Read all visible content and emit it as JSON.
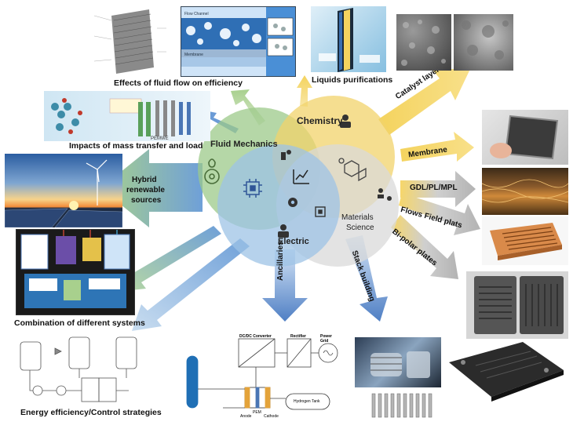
{
  "venn": {
    "fluid_mechanics": "Fluid Mechanics",
    "chemistry": "Chemistry",
    "materials_line1": "Materials",
    "materials_line2": "Science",
    "electric": "Electric"
  },
  "captions": {
    "fluid_flow": "Effects of fluid flow on efficiency",
    "liquids": "Liquids purifications",
    "mass_transfer": "Impacts of mass transfer and load",
    "combination": "Combination of different systems",
    "energy": "Energy efficiency/Control strategies"
  },
  "arrow_labels": {
    "hybrid_line1": "Hybrid",
    "hybrid_line2": "renewable",
    "hybrid_line3": "sources",
    "catalyst": "Catalyst layers",
    "membrane": "Membrane",
    "gdl": "GDL/PL/MPL",
    "flows_field": "Flows Field plats",
    "bipolar": "Bi-polar plates",
    "ancillaries": "Ancillaries",
    "stack": "Stack building"
  },
  "inset_text": {
    "pemwe": "PEMWE",
    "dcdc": "DC/DC Converter",
    "rectifier": "Rectifier",
    "power_grid": "Power Grid",
    "electrolyzer": "PEM",
    "anode": "Anode",
    "cathode": "Cathode",
    "hydrogen_tank": "Hydrogen Tank",
    "flow_channel": "Flow Channel",
    "membrane_small": "Membrane"
  },
  "colors": {
    "fluid_circle": "#9cc98a",
    "chemistry_circle": "#f2d36b",
    "materials_circle": "#d9d9d9",
    "electric_circle": "#9ec3e6",
    "arrow_green": "#a8d08d",
    "arrow_yellow": "#f4d35e",
    "arrow_grey": "#bfbfbf",
    "arrow_blue": "#5b8fd1"
  },
  "icons": [
    "droplet-gear-icon",
    "scientist-icon",
    "molecule-icon",
    "people-network-icon",
    "chip-icon",
    "chart-icon",
    "gear-icon",
    "engineer-icon",
    "lab-flask-icon"
  ]
}
